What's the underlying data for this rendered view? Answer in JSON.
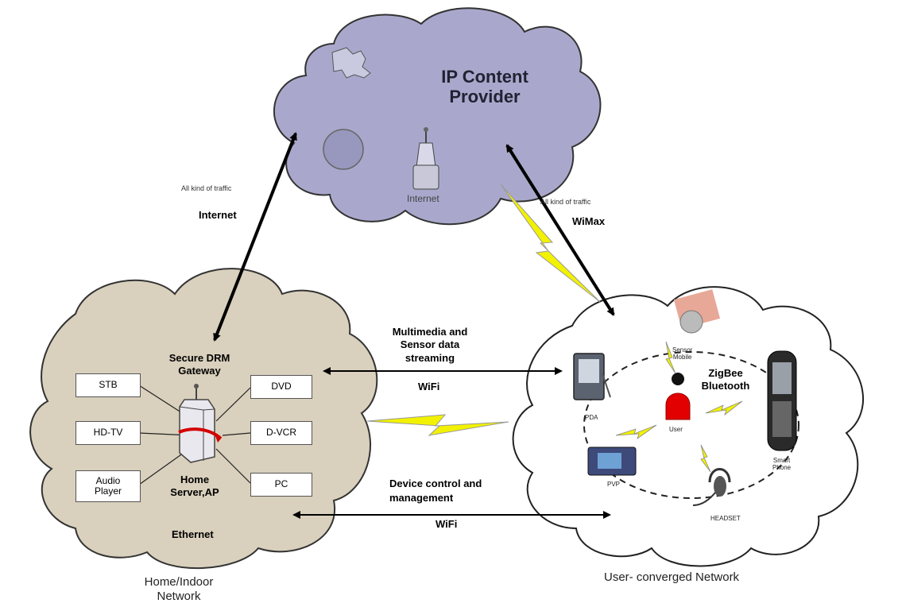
{
  "cloud_top": {
    "title": "IP Content Provider",
    "inner_small": "",
    "internet_label": "Internet"
  },
  "left_link": {
    "small": "All kind of traffic",
    "bold": "Internet"
  },
  "right_link": {
    "small": "All kind of traffic",
    "bold": "WiMax"
  },
  "home": {
    "gateway": "Secure DRM\nGateway",
    "server": "Home\nServer,AP",
    "ethernet": "Ethernet",
    "boxes_left": [
      "STB",
      "HD-TV",
      "Audio\nPlayer"
    ],
    "boxes_right": [
      "DVD",
      "D-VCR",
      "PC"
    ],
    "caption": "Home/Indoor\nNetwork"
  },
  "middle": {
    "stream_label": "Multimedia and\nSensor data\nstreaming",
    "stream_wifi": "WiFi",
    "control_label": "Device control and\nmanagement",
    "control_wifi": "WiFi"
  },
  "user_net": {
    "caption": "User-  converged Network",
    "zigbee": "ZigBee\nBluetooth",
    "sensor_mobile": "Sensor\nMobile",
    "pda": "PDA",
    "user": "User",
    "pvp": "PVP",
    "headset": "HEADSET",
    "smart_phone": "Smart\nPhone"
  },
  "colors": {
    "cloud_top_fill": "#a9a8cc",
    "cloud_home_fill": "#d9d0bd",
    "cloud_user_fill": "#ffffff",
    "lightning": "#f2f200",
    "arrow": "#000000",
    "person": "#e20000"
  }
}
